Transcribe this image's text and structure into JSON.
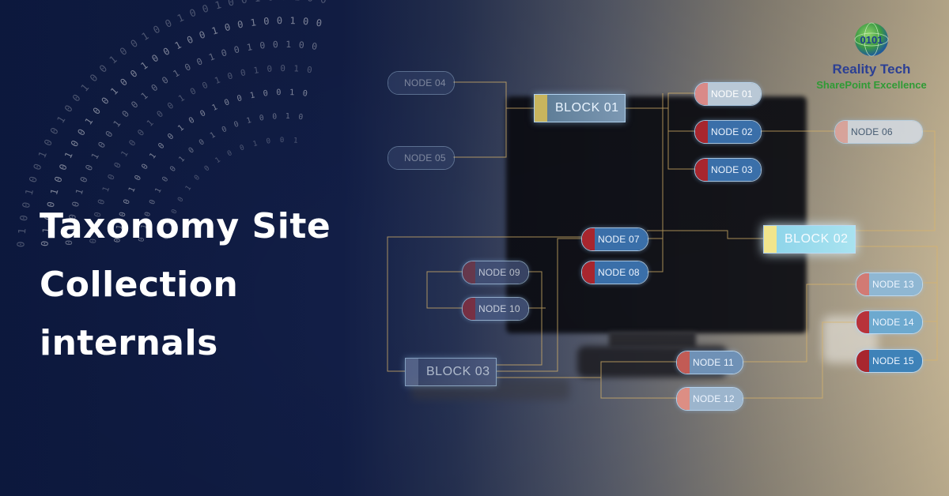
{
  "headline": {
    "lines": [
      "Taxonomy Site",
      "Collection",
      "internals"
    ]
  },
  "logo": {
    "name": "Reality Tech",
    "tagline": "SharePoint Excellence",
    "digits": "0101",
    "icon": "globe-binary-icon"
  },
  "diagram": {
    "blocks": {
      "block01": "BLOCK 01",
      "block02": "BLOCK 02",
      "block03": "BLOCK 03"
    },
    "nodes": {
      "node01": "NODE 01",
      "node02": "NODE 02",
      "node03": "NODE 03",
      "node04": "NODE 04",
      "node05": "NODE 05",
      "node06": "NODE 06",
      "node07": "NODE 07",
      "node08": "NODE 08",
      "node09": "NODE 09",
      "node10": "NODE 10",
      "node11": "NODE 11",
      "node12": "NODE 12",
      "node13": "NODE 13",
      "node14": "NODE 14",
      "node15": "NODE 15"
    }
  },
  "colors": {
    "background_dark": "#0e1b45",
    "background_light": "#c9b998",
    "accent_red": "#a8262e",
    "accent_yellow": "#e2cf6a",
    "node_blue": "#3a6fa9",
    "logo_blue": "#2b3f94",
    "logo_green": "#2f9b35"
  }
}
